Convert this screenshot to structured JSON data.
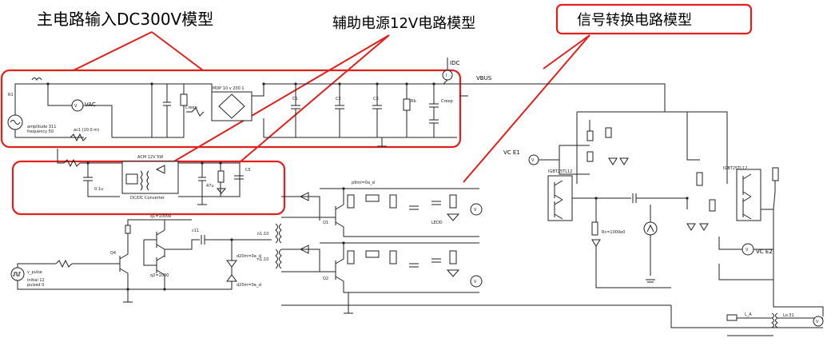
{
  "callouts": {
    "main_circuit": "主电路输入DC300V模型",
    "aux_power": "辅助电源12V电路模型",
    "signal_conv": "信号转换电路模型"
  },
  "nets": {
    "idc": "IDC",
    "vbus": "VBUS",
    "vac": "VAC",
    "vce1": "VC E1",
    "vce2": "VC E2",
    "dcdc": "DC/DC Converter"
  },
  "colors": {
    "highlight": "#e0201c",
    "wire": "#222222"
  }
}
